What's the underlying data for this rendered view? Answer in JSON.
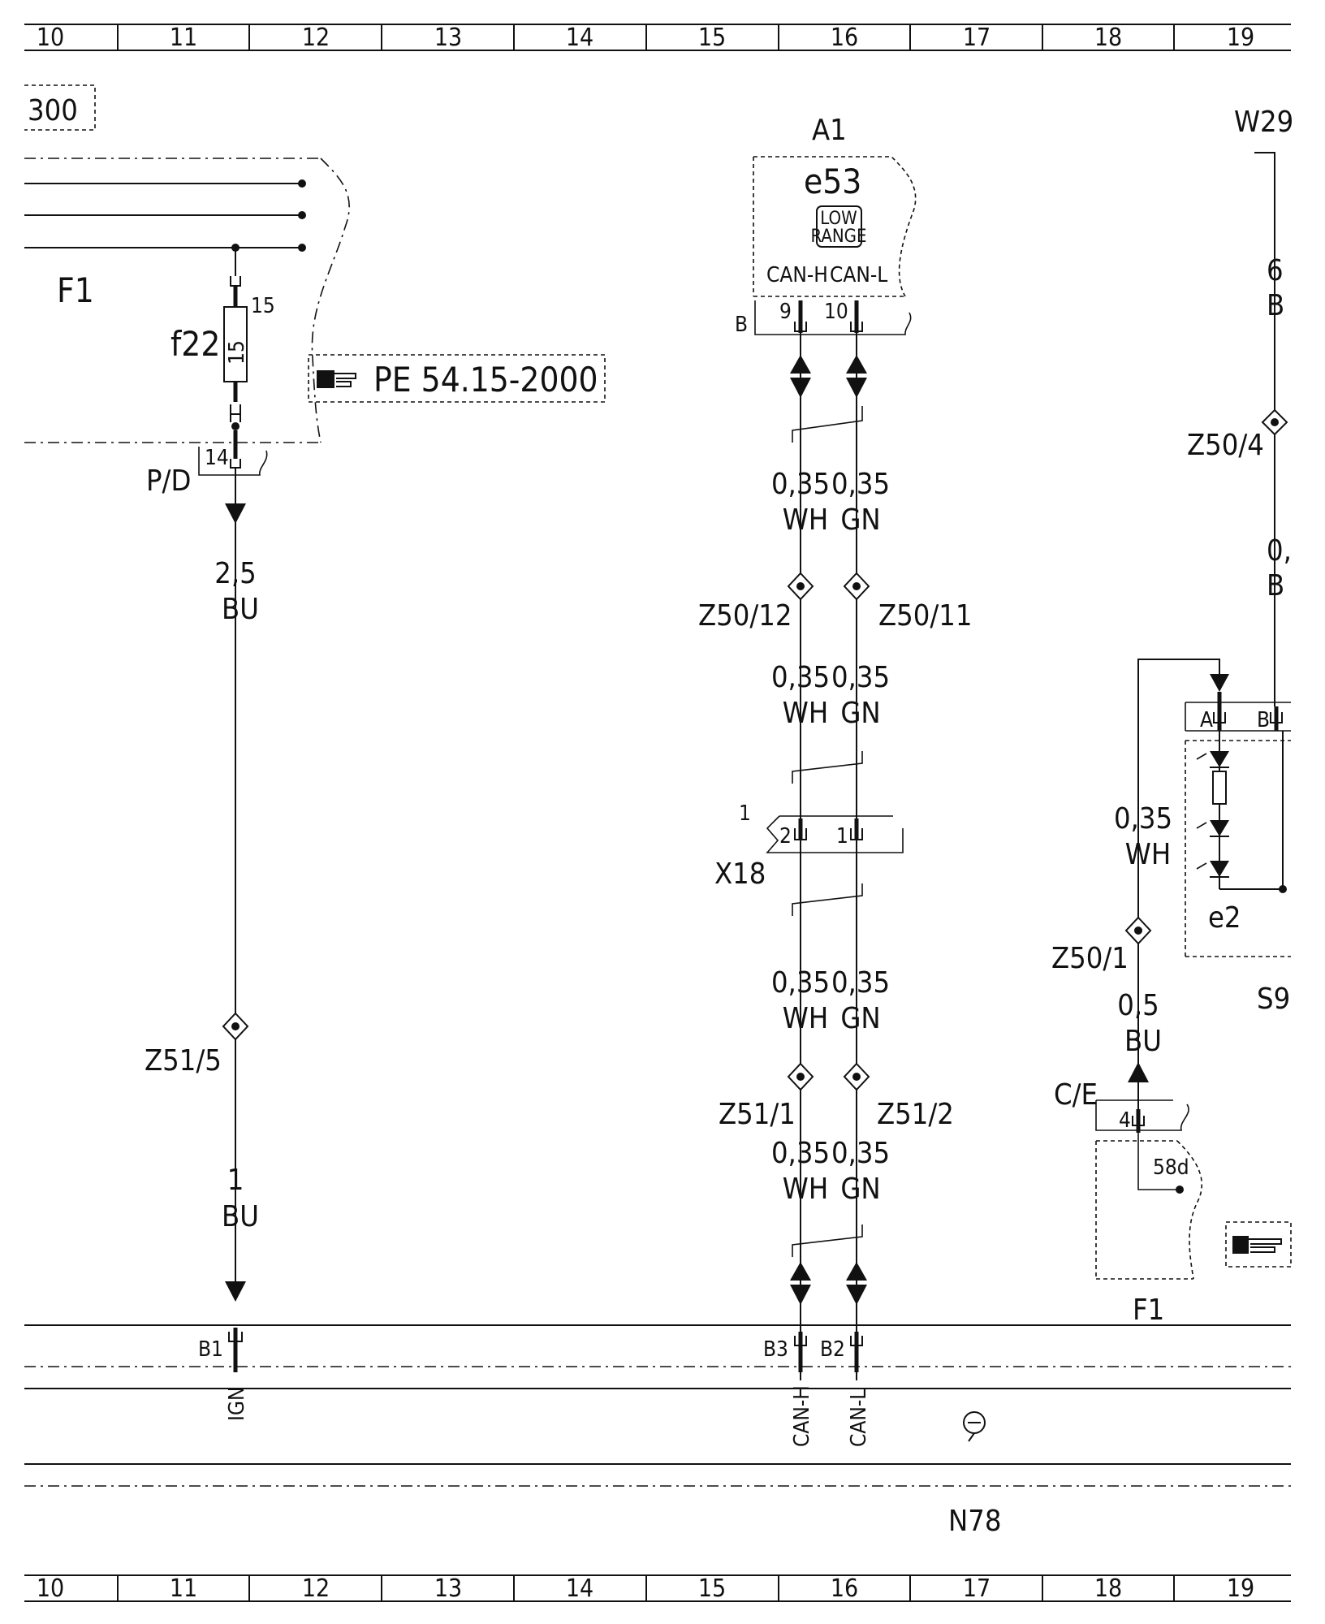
{
  "grid": {
    "columns": [
      "10",
      "11",
      "12",
      "13",
      "14",
      "15",
      "16",
      "17",
      "18",
      "19"
    ]
  },
  "ref_number": "300",
  "components": {
    "fuse_box": {
      "name": "F1",
      "fuse": "f22",
      "fuse_rating": "15",
      "fuse_pin_in": "15",
      "pin": "14",
      "connector": "P/D"
    },
    "ref_box": {
      "text": "PE 54.15-2000"
    },
    "a1": {
      "name": "A1",
      "lamp": "e53",
      "lamp_text_1": "LOW",
      "lamp_text_2": "RANGE",
      "pin1_label": "CAN-H",
      "pin2_label": "CAN-L",
      "pin1": "9",
      "pin2": "10",
      "connector": "B"
    },
    "w29": {
      "name": "W29",
      "wire_size_partial": "6",
      "wire_color_partial": "B"
    },
    "x18": {
      "name": "X18",
      "pin_a": "2",
      "pin_b": "1",
      "side_pin": "1"
    },
    "s9": {
      "name": "S9",
      "lamp": "e2",
      "pin_a": "A",
      "pin_b": "B"
    },
    "f1_lower": {
      "name": "F1",
      "connector": "C/E",
      "pin": "4",
      "terminal": "58d"
    },
    "n78": {
      "name": "N78",
      "pin_ign": "B1",
      "pin_canh": "B3",
      "pin_canl": "B2",
      "label_ign": "IGN",
      "label_canh": "CAN-H",
      "label_canl": "CAN-L"
    }
  },
  "splices": {
    "z51_5": "Z51/5",
    "z50_12": "Z50/12",
    "z50_11": "Z50/11",
    "z51_1": "Z51/1",
    "z51_2": "Z51/2",
    "z50_4": "Z50/4",
    "z50_1": "Z50/1"
  },
  "wires": {
    "ign_upper": {
      "size": "2,5",
      "color": "BU"
    },
    "ign_lower": {
      "size": "1",
      "color": "BU"
    },
    "canh": {
      "size": "0,35",
      "color": "WH"
    },
    "canl": {
      "size": "0,35",
      "color": "GN"
    },
    "w29_mid": {
      "size": "0,",
      "color": "B"
    },
    "e2_feed": {
      "size": "0,35",
      "color": "WH"
    },
    "f1_out": {
      "size": "0,5",
      "color": "BU"
    }
  }
}
